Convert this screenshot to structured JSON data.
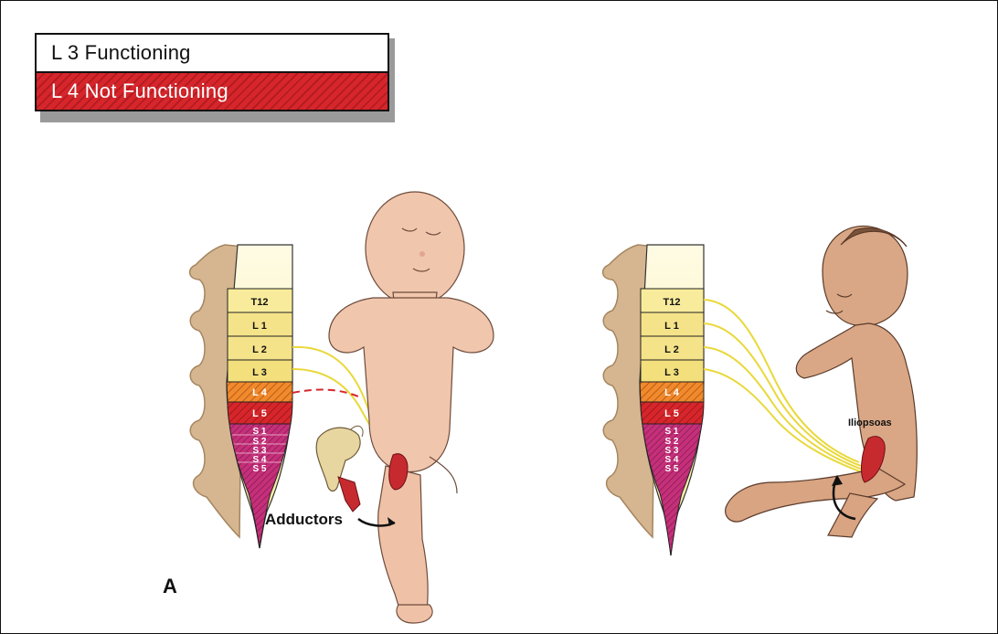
{
  "legend": {
    "functioning": "L 3 Functioning",
    "not_functioning": "L 4 Not Functioning"
  },
  "panel_label": "A",
  "spinal_segments": [
    "T12",
    "L 1",
    "L 2",
    "L 3",
    "L 4",
    "L 5",
    "S 1",
    "S 2",
    "S 3",
    "S 4",
    "S 5"
  ],
  "labels": {
    "adductors": "Adductors",
    "iliopsoas": "Iliopsoas"
  },
  "colors": {
    "functioning_segment": "#f5e38a",
    "not_functioning_red": "#d7262b",
    "sacral_magenta": "#c5307a",
    "nerve_yellow": "#e9d83a",
    "skin": "#f0c6ad",
    "bone": "#d6b690"
  }
}
